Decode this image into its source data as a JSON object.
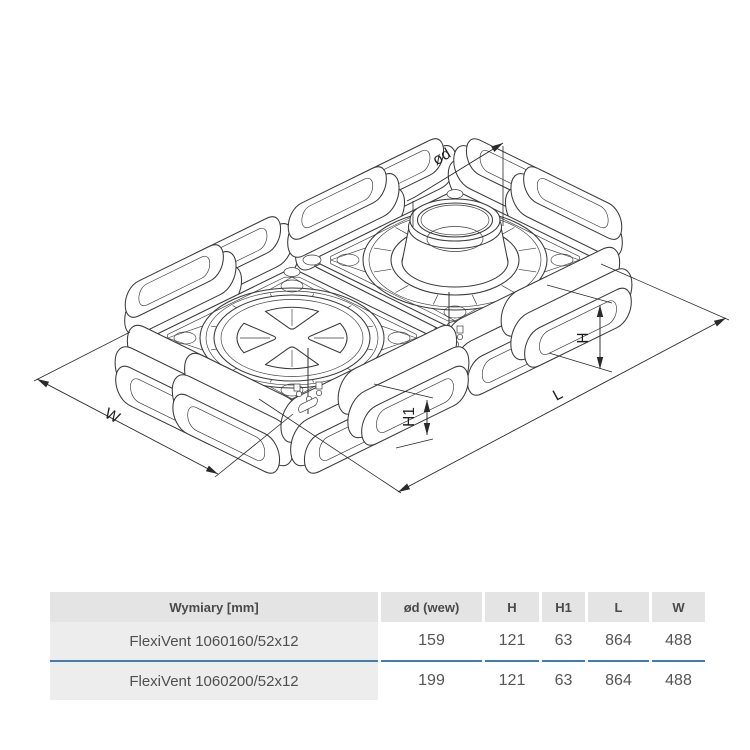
{
  "drawing": {
    "description": "isometric technical drawing of a 12-port FlexiVent plenum distributor with round top collar",
    "line_color": "#3a3a3a",
    "dim_color": "#2a2a2a",
    "dim_labels": {
      "od": "ød",
      "h": "H",
      "h1": "H1",
      "l": "L",
      "w": "W"
    }
  },
  "table": {
    "accent_color": "#3d7fad",
    "header_bg": "#e4e4e4",
    "name_col_bg": "#ededed",
    "columns": [
      "Wymiary [mm]",
      "ød (wew)",
      "H",
      "H1",
      "L",
      "W"
    ],
    "rows": [
      [
        "FlexiVent 1060160/52x12",
        "159",
        "121",
        "63",
        "864",
        "488"
      ],
      [
        "FlexiVent 1060200/52x12",
        "199",
        "121",
        "63",
        "864",
        "488"
      ]
    ]
  }
}
